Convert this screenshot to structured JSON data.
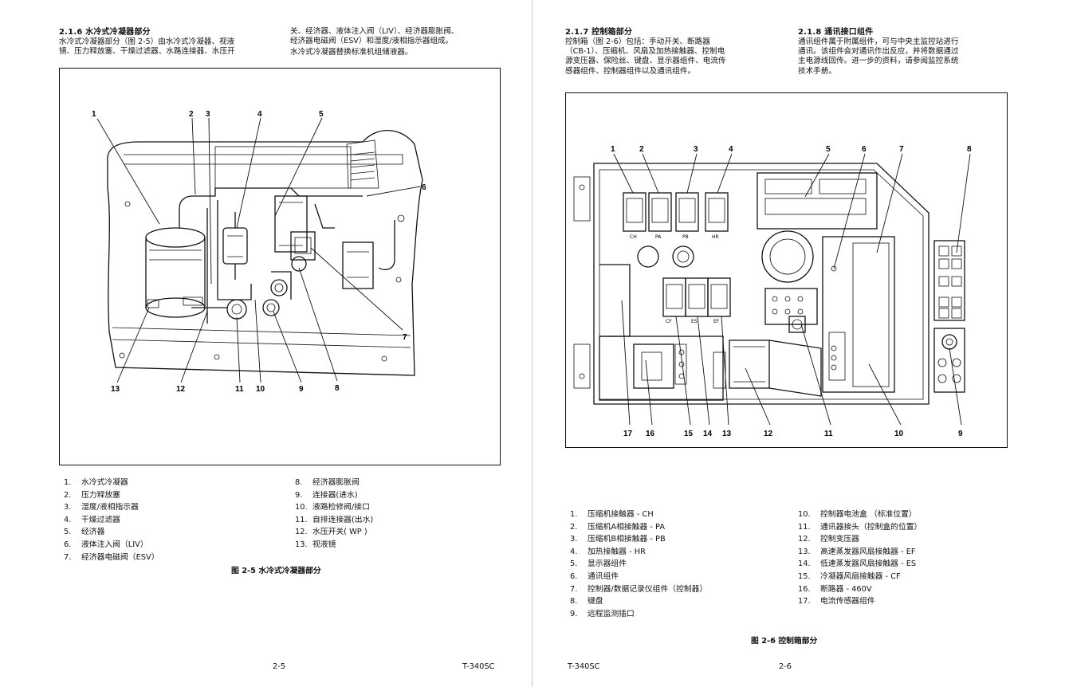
{
  "left_page": {
    "section_216": {
      "title": "2.1.6  水冷式冷凝器部分",
      "col1_lines": [
        "水冷式冷凝器部分（图 2-5）由水冷式冷凝器、视液",
        "镜、压力释放塞、干燥过滤器、水路连接器、水压开"
      ],
      "col2_lines": [
        "关、经济器、液体注入阀（LIV）、经济器膨胀阀、",
        "经济器电磁阀（ESV）和湿度/液相指示器组成。",
        "水冷式冷凝器替换标准机组储液器。"
      ]
    },
    "figure_callouts": [
      "1",
      "2",
      "3",
      "4",
      "5",
      "6",
      "7",
      "8",
      "9",
      "10",
      "11",
      "12",
      "13"
    ],
    "legend_col1": [
      {
        "num": "1.",
        "text": "水冷式冷凝器"
      },
      {
        "num": "2.",
        "text": "压力释放塞"
      },
      {
        "num": "3.",
        "text": "湿度/液相指示器"
      },
      {
        "num": "4.",
        "text": "干燥过滤器"
      },
      {
        "num": "5.",
        "text": "经济器"
      },
      {
        "num": "6.",
        "text": "液体注入阀（LIV）"
      },
      {
        "num": "7.",
        "text": "经济器电磁阀（ESV）"
      }
    ],
    "legend_col2": [
      {
        "num": "8.",
        "text": "经济器膨胀阀"
      },
      {
        "num": "9.",
        "text": "连接器(进水)"
      },
      {
        "num": "10.",
        "text": "液路检修阀/接口"
      },
      {
        "num": "11.",
        "text": "自排连接器(出水)"
      },
      {
        "num": "12.",
        "text": "水压开关( WP )"
      },
      {
        "num": "13.",
        "text": "视液镜"
      }
    ],
    "caption": "图 2-5 水冷式冷凝器部分",
    "footer_page": "2-5",
    "footer_doc": "T-340SC"
  },
  "right_page": {
    "section_217": {
      "title": "2.1.7  控制箱部分",
      "lines": [
        "控制箱（图 2-6）包括：手动开关、断路器",
        "（CB-1）、压缩机、风扇及加热接触器、控制电",
        "源变压器、保险丝、键盘、显示器组件、电流传",
        "感器组件、控制器组件以及通讯组件。"
      ]
    },
    "section_218": {
      "title": "2.1.8  通讯接口组件",
      "lines": [
        "通讯组件属于附属组件，可与中央主监控站进行",
        "通讯。该组件会对通讯作出反应，并将数据通过",
        "主电源线回传。进一步的资料，请参阅监控系统",
        "技术手册。"
      ]
    },
    "figure_callouts": [
      "1",
      "2",
      "3",
      "4",
      "5",
      "6",
      "7",
      "8",
      "9",
      "10",
      "11",
      "12",
      "13",
      "14",
      "15",
      "16",
      "17"
    ],
    "contactor_labels": [
      "CH",
      "PA",
      "PB",
      "HR",
      "CF",
      "ES",
      "EF"
    ],
    "legend_col1": [
      {
        "num": "1.",
        "text": "压缩机接触器  -  CH"
      },
      {
        "num": "2.",
        "text": "压缩机A相接触器 - PA"
      },
      {
        "num": "3.",
        "text": "压缩机B相接触器 - PB"
      },
      {
        "num": "4.",
        "text": "加热接触器 - HR"
      },
      {
        "num": "5.",
        "text": "显示器组件"
      },
      {
        "num": "6.",
        "text": "通讯组件"
      },
      {
        "num": "7.",
        "text": "控制器/数据记录仪组件（控制器）"
      },
      {
        "num": "8.",
        "text": "键盘"
      },
      {
        "num": "9.",
        "text": "远程监测插口"
      }
    ],
    "legend_col2": [
      {
        "num": "10.",
        "text": "控制器电池盒 （标准位置）"
      },
      {
        "num": "11.",
        "text": "通讯器接头（控制盒的位置）"
      },
      {
        "num": "12.",
        "text": "控制变压器"
      },
      {
        "num": "13.",
        "text": "高速蒸发器风扇接触器 - EF"
      },
      {
        "num": "14.",
        "text": "低速蒸发器风扇接触器 - ES"
      },
      {
        "num": "15.",
        "text": "冷凝器风扇接触器 - CF"
      },
      {
        "num": "16.",
        "text": "断路器 - 460V"
      },
      {
        "num": "17.",
        "text": "电流传感器组件"
      }
    ],
    "caption": "图 2-6 控制箱部分",
    "footer_doc": "T-340SC",
    "footer_page": "2-6"
  }
}
